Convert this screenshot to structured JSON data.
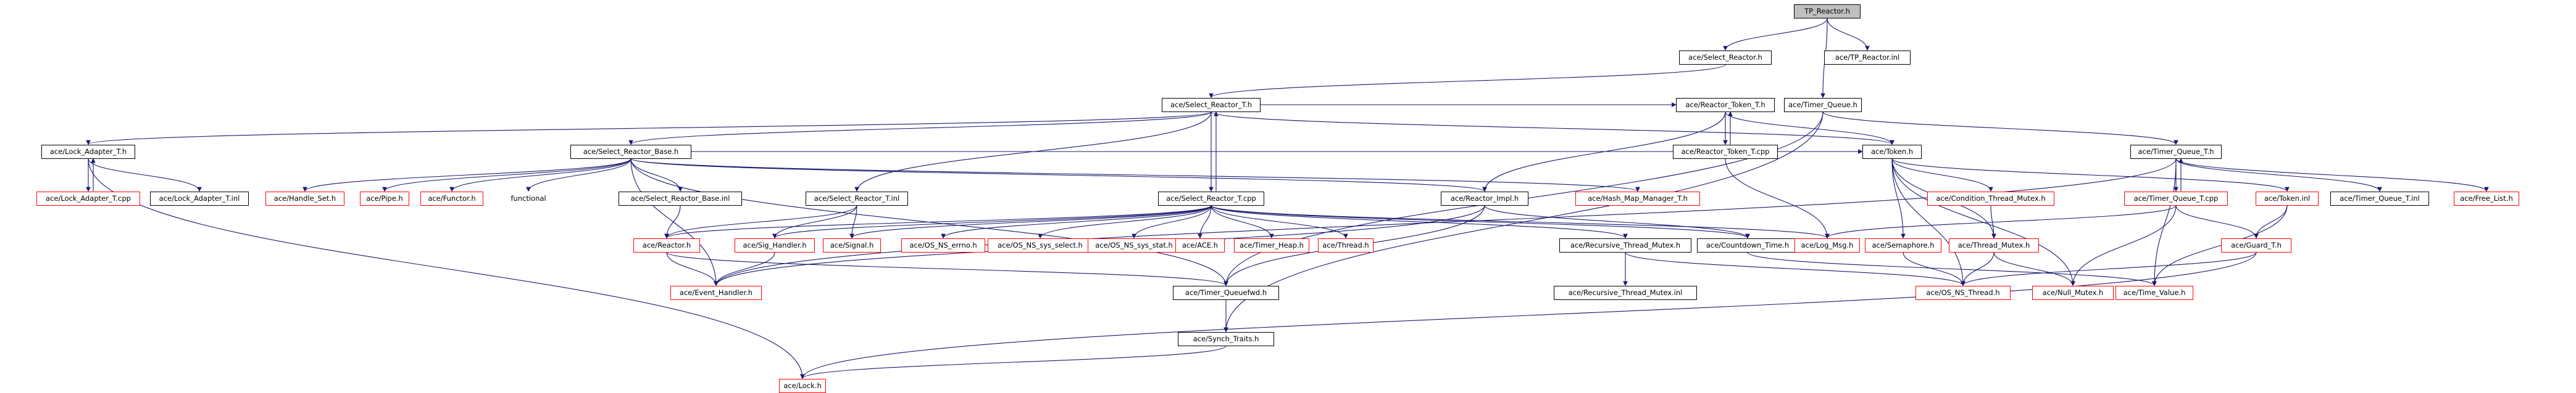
{
  "graph": {
    "nodes": [
      {
        "id": "tp_reactor_h",
        "label": "TP_Reactor.h",
        "style": "root"
      },
      {
        "id": "select_reactor_h",
        "label": "ace/Select_Reactor.h",
        "style": "black"
      },
      {
        "id": "tp_reactor_inl",
        "label": "ace/TP_Reactor.inl",
        "style": "black"
      },
      {
        "id": "select_reactor_t_h",
        "label": "ace/Select_Reactor_T.h",
        "style": "black"
      },
      {
        "id": "reactor_token_t_h",
        "label": "ace/Reactor_Token_T.h",
        "style": "black"
      },
      {
        "id": "timer_queue_h",
        "label": "ace/Timer_Queue.h",
        "style": "black"
      },
      {
        "id": "lock_adapter_t_h",
        "label": "ace/Lock_Adapter_T.h",
        "style": "black"
      },
      {
        "id": "select_reactor_base_h",
        "label": "ace/Select_Reactor_Base.h",
        "style": "black"
      },
      {
        "id": "reactor_token_t_cpp",
        "label": "ace/Reactor_Token_T.cpp",
        "style": "black"
      },
      {
        "id": "token_h",
        "label": "ace/Token.h",
        "style": "black"
      },
      {
        "id": "timer_queue_t_h",
        "label": "ace/Timer_Queue_T.h",
        "style": "black"
      },
      {
        "id": "lock_adapter_t_cpp",
        "label": "ace/Lock_Adapter_T.cpp",
        "style": "red"
      },
      {
        "id": "lock_adapter_t_inl",
        "label": "ace/Lock_Adapter_T.inl",
        "style": "black"
      },
      {
        "id": "handle_set_h",
        "label": "ace/Handle_Set.h",
        "style": "red"
      },
      {
        "id": "pipe_h",
        "label": "ace/Pipe.h",
        "style": "red"
      },
      {
        "id": "functor_h",
        "label": "ace/Functor.h",
        "style": "red"
      },
      {
        "id": "functional",
        "label": "functional",
        "style": "plain"
      },
      {
        "id": "select_reactor_base_inl",
        "label": "ace/Select_Reactor_Base.inl",
        "style": "black"
      },
      {
        "id": "select_reactor_t_inl",
        "label": "ace/Select_Reactor_T.inl",
        "style": "black"
      },
      {
        "id": "select_reactor_t_cpp",
        "label": "ace/Select_Reactor_T.cpp",
        "style": "black"
      },
      {
        "id": "reactor_impl_h",
        "label": "ace/Reactor_Impl.h",
        "style": "black"
      },
      {
        "id": "hash_map_manager_t_h",
        "label": "ace/Hash_Map_Manager_T.h",
        "style": "red"
      },
      {
        "id": "condition_thread_mutex_h",
        "label": "ace/Condition_Thread_Mutex.h",
        "style": "red"
      },
      {
        "id": "timer_queue_t_cpp",
        "label": "ace/Timer_Queue_T.cpp",
        "style": "red"
      },
      {
        "id": "token_inl",
        "label": "ace/Token.inl",
        "style": "red"
      },
      {
        "id": "timer_queue_t_inl",
        "label": "ace/Timer_Queue_T.inl",
        "style": "black"
      },
      {
        "id": "free_list_h",
        "label": "ace/Free_List.h",
        "style": "red"
      },
      {
        "id": "reactor_h",
        "label": "ace/Reactor.h",
        "style": "red"
      },
      {
        "id": "sig_handler_h",
        "label": "ace/Sig_Handler.h",
        "style": "red"
      },
      {
        "id": "signal_h",
        "label": "ace/Signal.h",
        "style": "red"
      },
      {
        "id": "os_ns_errno_h",
        "label": "ace/OS_NS_errno.h",
        "style": "red"
      },
      {
        "id": "os_ns_sys_select_h",
        "label": "ace/OS_NS_sys_select.h",
        "style": "red"
      },
      {
        "id": "os_ns_sys_stat_h",
        "label": "ace/OS_NS_sys_stat.h",
        "style": "red"
      },
      {
        "id": "ace_h",
        "label": "ace/ACE.h",
        "style": "red"
      },
      {
        "id": "timer_heap_h",
        "label": "ace/Timer_Heap.h",
        "style": "red"
      },
      {
        "id": "thread_h",
        "label": "ace/Thread.h",
        "style": "red"
      },
      {
        "id": "recursive_thread_mutex_h",
        "label": "ace/Recursive_Thread_Mutex.h",
        "style": "black"
      },
      {
        "id": "countdown_time_h",
        "label": "ace/Countdown_Time.h",
        "style": "black"
      },
      {
        "id": "log_msg_h",
        "label": "ace/Log_Msg.h",
        "style": "red"
      },
      {
        "id": "semaphore_h",
        "label": "ace/Semaphore.h",
        "style": "red"
      },
      {
        "id": "thread_mutex_h",
        "label": "ace/Thread_Mutex.h",
        "style": "red"
      },
      {
        "id": "guard_t_h",
        "label": "ace/Guard_T.h",
        "style": "red"
      },
      {
        "id": "event_handler_h",
        "label": "ace/Event_Handler.h",
        "style": "red"
      },
      {
        "id": "timer_queuefwd_h",
        "label": "ace/Timer_Queuefwd.h",
        "style": "black"
      },
      {
        "id": "recursive_thread_mutex_inl",
        "label": "ace/Recursive_Thread_Mutex.inl",
        "style": "black"
      },
      {
        "id": "os_ns_thread_h",
        "label": "ace/OS_NS_Thread.h",
        "style": "red"
      },
      {
        "id": "null_mutex_h",
        "label": "ace/Null_Mutex.h",
        "style": "red"
      },
      {
        "id": "time_value_h",
        "label": "ace/Time_Value.h",
        "style": "red"
      },
      {
        "id": "synch_traits_h",
        "label": "ace/Synch_Traits.h",
        "style": "black"
      },
      {
        "id": "lock_h",
        "label": "ace/Lock.h",
        "style": "red"
      }
    ],
    "edges": [
      [
        "tp_reactor_h",
        "select_reactor_h"
      ],
      [
        "tp_reactor_h",
        "tp_reactor_inl"
      ],
      [
        "tp_reactor_h",
        "timer_queue_h"
      ],
      [
        "select_reactor_h",
        "select_reactor_t_h"
      ],
      [
        "select_reactor_t_h",
        "lock_adapter_t_h"
      ],
      [
        "select_reactor_t_h",
        "select_reactor_base_h"
      ],
      [
        "select_reactor_t_h",
        "reactor_token_t_h"
      ],
      [
        "select_reactor_t_h",
        "select_reactor_t_inl"
      ],
      [
        "select_reactor_t_h",
        "select_reactor_t_cpp"
      ],
      [
        "select_reactor_t_cpp",
        "select_reactor_t_h"
      ],
      [
        "select_reactor_t_h",
        "token_h"
      ],
      [
        "reactor_token_t_h",
        "reactor_token_t_cpp"
      ],
      [
        "reactor_token_t_cpp",
        "reactor_token_t_h"
      ],
      [
        "reactor_token_t_h",
        "reactor_impl_h"
      ],
      [
        "reactor_token_t_h",
        "token_h"
      ],
      [
        "reactor_token_t_cpp",
        "log_msg_h"
      ],
      [
        "timer_queue_h",
        "timer_queue_t_h"
      ],
      [
        "timer_queue_h",
        "synch_traits_h"
      ],
      [
        "timer_queue_h",
        "timer_queuefwd_h"
      ],
      [
        "lock_adapter_t_h",
        "lock_adapter_t_cpp"
      ],
      [
        "lock_adapter_t_cpp",
        "lock_adapter_t_h"
      ],
      [
        "lock_adapter_t_h",
        "lock_adapter_t_inl"
      ],
      [
        "lock_adapter_t_h",
        "lock_h"
      ],
      [
        "select_reactor_base_h",
        "handle_set_h"
      ],
      [
        "select_reactor_base_h",
        "pipe_h"
      ],
      [
        "select_reactor_base_h",
        "functor_h"
      ],
      [
        "select_reactor_base_h",
        "functional"
      ],
      [
        "select_reactor_base_h",
        "select_reactor_base_inl"
      ],
      [
        "select_reactor_base_h",
        "reactor_impl_h"
      ],
      [
        "select_reactor_base_h",
        "hash_map_manager_t_h"
      ],
      [
        "select_reactor_base_h",
        "event_handler_h"
      ],
      [
        "select_reactor_base_h",
        "timer_queuefwd_h"
      ],
      [
        "select_reactor_base_h",
        "token_h"
      ],
      [
        "select_reactor_base_inl",
        "reactor_h"
      ],
      [
        "select_reactor_t_inl",
        "reactor_h"
      ],
      [
        "select_reactor_t_inl",
        "sig_handler_h"
      ],
      [
        "select_reactor_t_inl",
        "signal_h"
      ],
      [
        "select_reactor_t_cpp",
        "sig_handler_h"
      ],
      [
        "select_reactor_t_cpp",
        "signal_h"
      ],
      [
        "select_reactor_t_cpp",
        "os_ns_errno_h"
      ],
      [
        "select_reactor_t_cpp",
        "os_ns_sys_select_h"
      ],
      [
        "select_reactor_t_cpp",
        "os_ns_sys_stat_h"
      ],
      [
        "select_reactor_t_cpp",
        "ace_h"
      ],
      [
        "select_reactor_t_cpp",
        "timer_heap_h"
      ],
      [
        "select_reactor_t_cpp",
        "thread_h"
      ],
      [
        "select_reactor_t_cpp",
        "recursive_thread_mutex_h"
      ],
      [
        "select_reactor_t_cpp",
        "countdown_time_h"
      ],
      [
        "select_reactor_t_cpp",
        "log_msg_h"
      ],
      [
        "select_reactor_t_cpp",
        "reactor_h"
      ],
      [
        "reactor_impl_h",
        "timer_queuefwd_h"
      ],
      [
        "reactor_impl_h",
        "event_handler_h"
      ],
      [
        "reactor_impl_h",
        "countdown_time_h"
      ],
      [
        "token_h",
        "condition_thread_mutex_h"
      ],
      [
        "token_h",
        "token_inl"
      ],
      [
        "token_h",
        "semaphore_h"
      ],
      [
        "token_h",
        "thread_mutex_h"
      ],
      [
        "token_h",
        "null_mutex_h"
      ],
      [
        "token_h",
        "os_ns_thread_h"
      ],
      [
        "timer_queue_t_h",
        "timer_queue_t_cpp"
      ],
      [
        "timer_queue_t_cpp",
        "timer_queue_t_h"
      ],
      [
        "timer_queue_t_h",
        "timer_queue_t_inl"
      ],
      [
        "timer_queue_t_h",
        "free_list_h"
      ],
      [
        "timer_queue_t_h",
        "time_value_h"
      ],
      [
        "timer_queue_t_h",
        "event_handler_h"
      ],
      [
        "timer_queue_t_cpp",
        "guard_t_h"
      ],
      [
        "timer_queue_t_cpp",
        "log_msg_h"
      ],
      [
        "timer_queue_t_cpp",
        "null_mutex_h"
      ],
      [
        "token_inl",
        "guard_t_h"
      ],
      [
        "token_inl",
        "time_value_h"
      ],
      [
        "condition_thread_mutex_h",
        "thread_mutex_h"
      ],
      [
        "reactor_h",
        "event_handler_h"
      ],
      [
        "reactor_h",
        "timer_queuefwd_h"
      ],
      [
        "sig_handler_h",
        "event_handler_h"
      ],
      [
        "recursive_thread_mutex_h",
        "recursive_thread_mutex_inl"
      ],
      [
        "recursive_thread_mutex_h",
        "os_ns_thread_h"
      ],
      [
        "countdown_time_h",
        "time_value_h"
      ],
      [
        "semaphore_h",
        "os_ns_thread_h"
      ],
      [
        "thread_mutex_h",
        "os_ns_thread_h"
      ],
      [
        "thread_mutex_h",
        "null_mutex_h"
      ],
      [
        "guard_t_h",
        "lock_h"
      ],
      [
        "guard_t_h",
        "os_ns_thread_h"
      ],
      [
        "timer_queuefwd_h",
        "synch_traits_h"
      ],
      [
        "synch_traits_h",
        "lock_h"
      ]
    ]
  }
}
